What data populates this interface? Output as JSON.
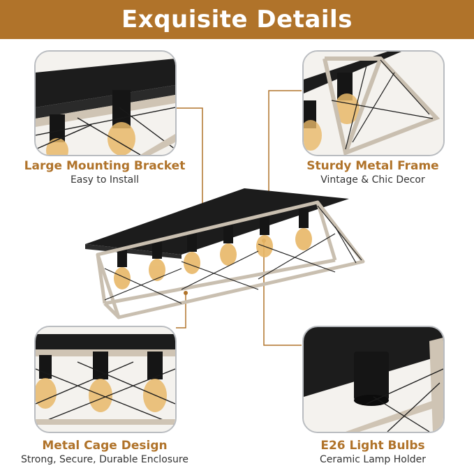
{
  "banner": {
    "title": "Exquisite Details"
  },
  "features": [
    {
      "title": "Large Mounting Bracket",
      "subtitle": "Easy to Install"
    },
    {
      "title": "Sturdy Metal Frame",
      "subtitle": "Vintage & Chic Decor"
    },
    {
      "title": "Metal Cage Design",
      "subtitle": "Strong, Secure, Durable Enclosure"
    },
    {
      "title": "E26 Light Bulbs",
      "subtitle": "Ceramic Lamp Holder"
    }
  ],
  "colors": {
    "accent": "#b0732a",
    "panel_border": "#b9bcc0",
    "metal": "#1f1f1f",
    "wood": "#c9bfb0",
    "bulb": "#e8b868"
  }
}
